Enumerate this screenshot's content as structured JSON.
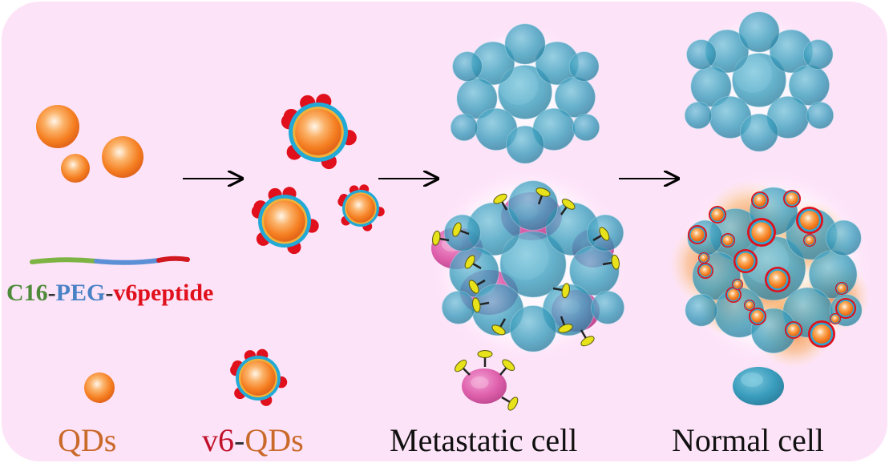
{
  "labels": {
    "linker_c16": "C16",
    "linker_dash1": "-",
    "linker_peg": "PEG",
    "linker_dash2": "-",
    "linker_v6": "v6peptide",
    "legend_qds": "QDs",
    "legend_v6": "v6",
    "legend_dash": "-",
    "legend_v6qds": "QDs",
    "legend_metastatic": "Metastatic cell",
    "legend_normal": "Normal cell"
  },
  "colors": {
    "background": "#fde3f8",
    "c16": "#4e8a3a",
    "peg": "#4a82c6",
    "v6": "#e0101c",
    "qd_label": "#c9692a",
    "dark_text": "#111111",
    "qd_core": "#f57e20",
    "shell_blue": "#2ab0d8",
    "cell_blue": "#2c8fb0",
    "metastatic_pink": "#d9479a",
    "receptor_yellow": "#e8e21a"
  }
}
